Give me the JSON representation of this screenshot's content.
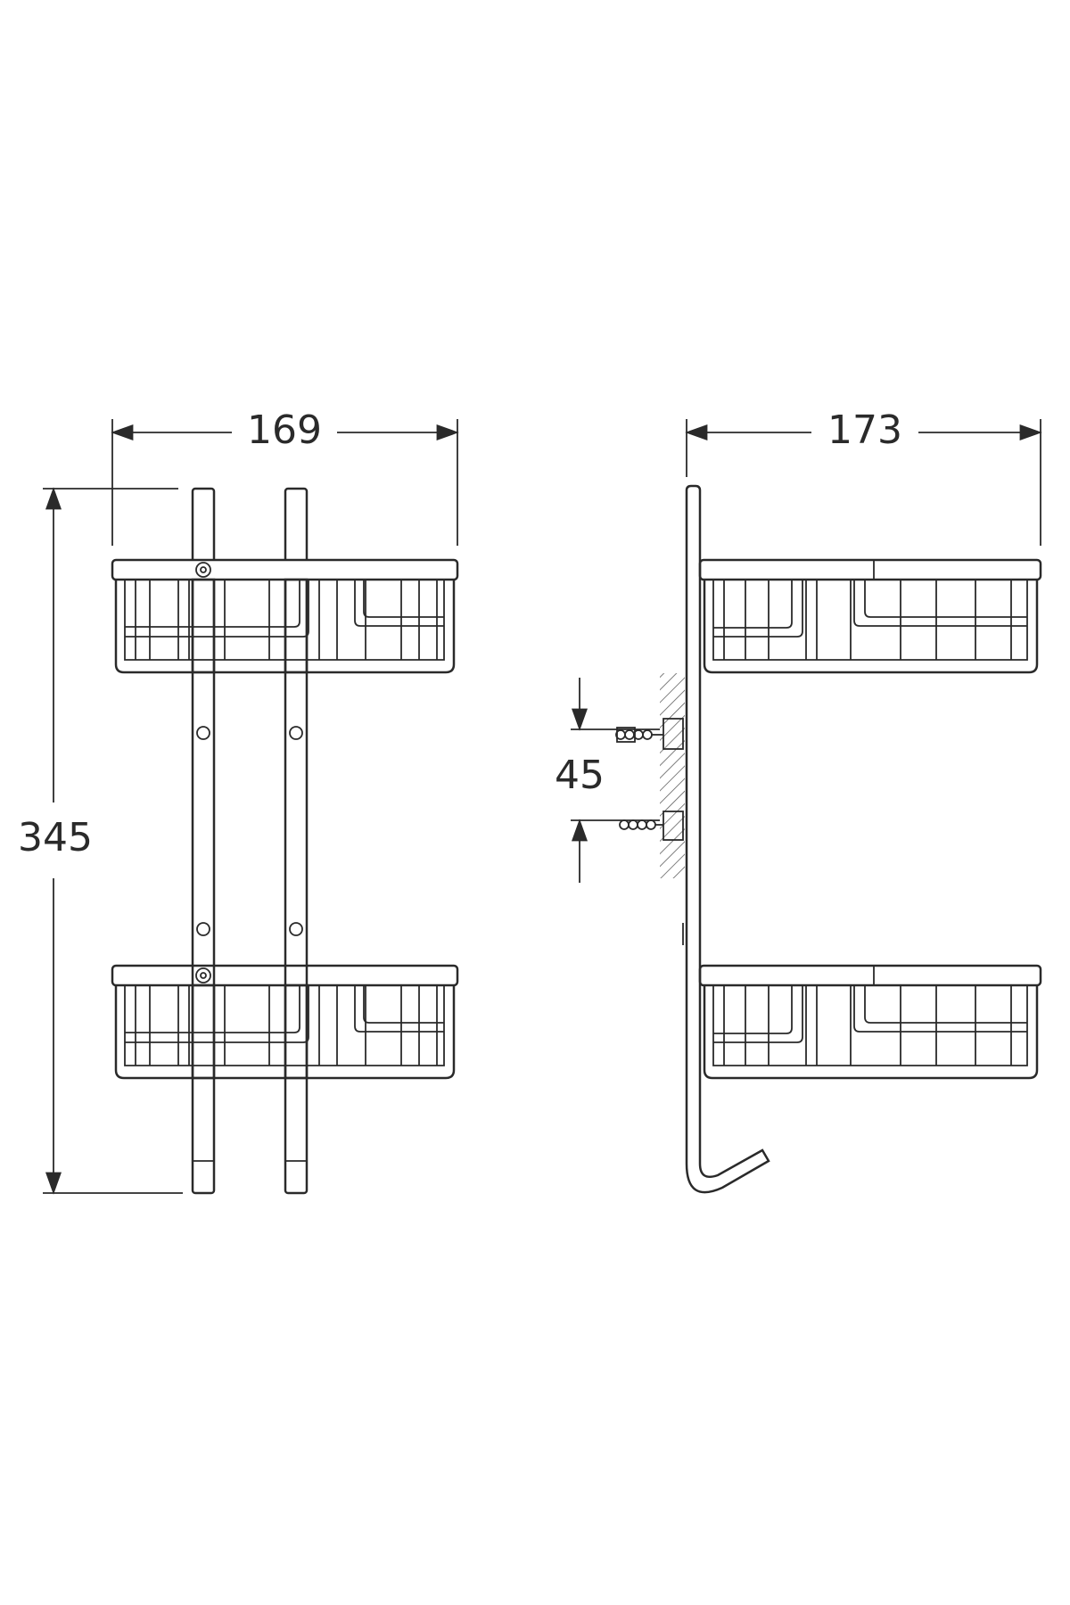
{
  "drawing": {
    "colors": {
      "line": "#2a2a2a",
      "background": "#ffffff",
      "hatch": "#555555"
    },
    "front_view": {
      "width_dimension": "169",
      "height_dimension": "345"
    },
    "side_view": {
      "depth_dimension": "173",
      "fixing_spacing_dimension": "45"
    }
  }
}
